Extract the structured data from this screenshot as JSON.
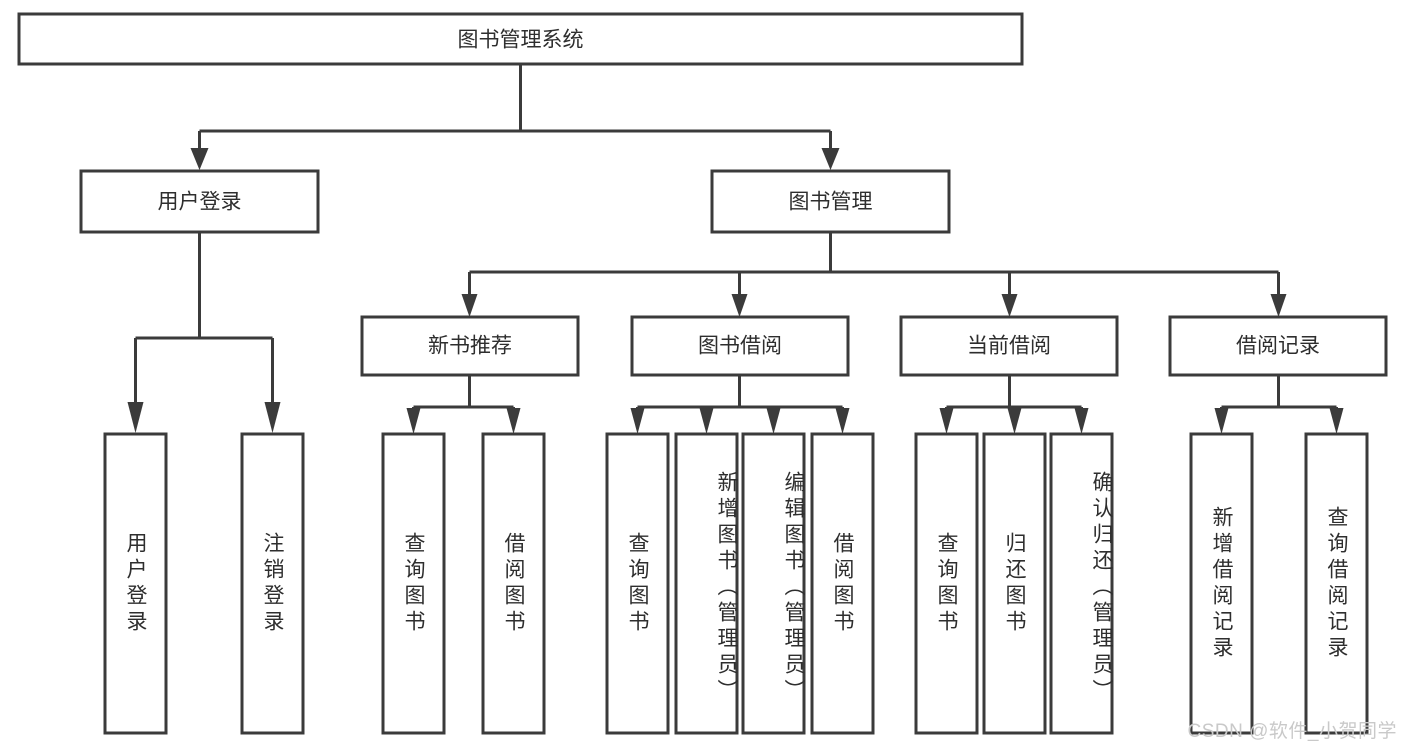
{
  "diagram": {
    "title_node": {
      "label": "图书管理系统"
    },
    "level2": [
      {
        "id": "user-login",
        "label": "用户登录"
      },
      {
        "id": "book-management",
        "label": "图书管理"
      }
    ],
    "level3": [
      {
        "id": "new-book-recommend",
        "label": "新书推荐"
      },
      {
        "id": "book-borrow",
        "label": "图书借阅"
      },
      {
        "id": "current-borrow",
        "label": "当前借阅"
      },
      {
        "id": "borrow-record",
        "label": "借阅记录"
      }
    ],
    "leaves": {
      "user_login": [
        {
          "id": "leaf-user-login",
          "label": "用户登录"
        },
        {
          "id": "leaf-logout-login",
          "label": "注销登录"
        }
      ],
      "new_book_recommend": [
        {
          "id": "leaf-query-book-1",
          "label": "查询图书"
        },
        {
          "id": "leaf-borrow-book-1",
          "label": "借阅图书"
        }
      ],
      "book_borrow": [
        {
          "id": "leaf-query-book-2",
          "label": "查询图书"
        },
        {
          "id": "leaf-add-book",
          "label": "新增图书（管理员）"
        },
        {
          "id": "leaf-edit-book",
          "label": "编辑图书（管理员）"
        },
        {
          "id": "leaf-borrow-book-2",
          "label": "借阅图书"
        }
      ],
      "current_borrow": [
        {
          "id": "leaf-query-book-3",
          "label": "查询图书"
        },
        {
          "id": "leaf-return-book",
          "label": "归还图书"
        },
        {
          "id": "leaf-confirm-return",
          "label": "确认归还（管理员）"
        }
      ],
      "borrow_record": [
        {
          "id": "leaf-add-borrow-record",
          "label": "新增借阅记录"
        },
        {
          "id": "leaf-query-borrow-record",
          "label": "查询借阅记录"
        }
      ]
    },
    "colors": {
      "box_stroke": "#3b3b3b",
      "box_fill": "#ffffff",
      "text": "#2e2e2e",
      "connector": "#3b3b3b",
      "watermark": "#c9c9c9",
      "background": "#ffffff"
    }
  },
  "watermark": {
    "text": "CSDN @软件_小贺同学"
  }
}
